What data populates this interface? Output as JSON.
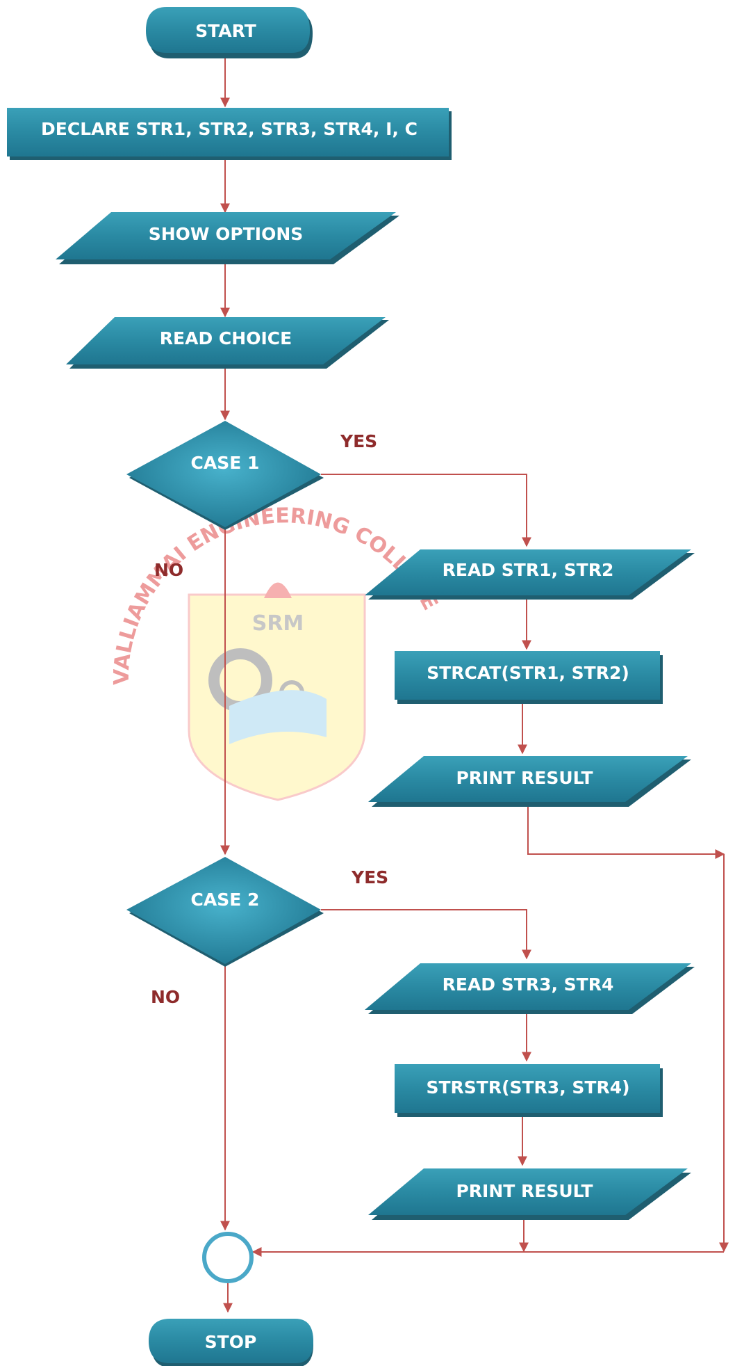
{
  "nodes": {
    "start": "START",
    "declare": "DECLARE STR1, STR2, STR3, STR4, I, C",
    "show_options": "SHOW OPTIONS",
    "read_choice": "READ CHOICE",
    "case1": "CASE 1",
    "read_str12": "READ STR1, STR2",
    "strcat": "STRCAT(STR1, STR2)",
    "print1": "PRINT RESULT",
    "case2": "CASE 2",
    "read_str34": "READ STR3, STR4",
    "strstr": "STRSTR(STR3, STR4)",
    "print2": "PRINT RESULT",
    "stop": "STOP"
  },
  "branch_labels": {
    "case1_yes": "YES",
    "case1_no": "NO",
    "case2_yes": "YES",
    "case2_no": "NO"
  },
  "watermark": {
    "arc_text": "VALLIAMMAI ENGINEERING COLLEGE",
    "logo_text": "SRM"
  },
  "colors": {
    "shape_fill": "#2a8aa3",
    "shape_shadow": "#1f5e70",
    "arrow": "#c0504d",
    "connector_stroke": "#4aa8c8",
    "branch_label": "#8e2b2b"
  }
}
